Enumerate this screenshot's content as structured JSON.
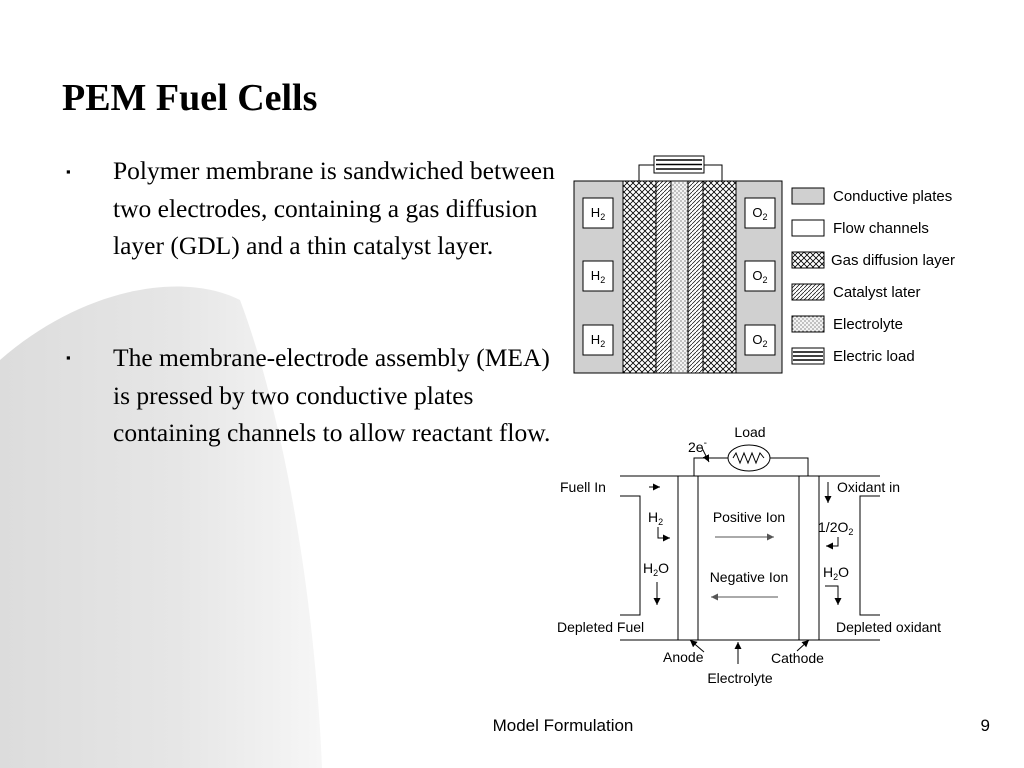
{
  "slide": {
    "title": "PEM Fuel Cells",
    "bullets": [
      {
        "marker": "▪",
        "text": "Polymer membrane is sandwiched between two electrodes, containing a gas diffusion layer (GDL) and a thin catalyst layer."
      },
      {
        "marker": "▪",
        "text": "The membrane-electrode assembly (MEA) is pressed by two conductive plates containing channels to allow reactant flow."
      }
    ],
    "footer": "Model Formulation",
    "page_number": "9"
  },
  "stack_diagram": {
    "anode_gas": [
      "H2",
      "H2",
      "H2"
    ],
    "cathode_gas": [
      "O2",
      "O2",
      "O2"
    ],
    "legend": [
      "Conductive plates",
      "Flow channels",
      "Gas diffusion layer",
      "Catalyst later",
      "Electrolyte",
      "Electric load"
    ]
  },
  "cell_diagram": {
    "load": "Load",
    "electrons": "2e",
    "electrons_sup": "-",
    "fuel_in": "Fuell In",
    "oxidant_in": "Oxidant in",
    "h2": "H2",
    "h2o_left": "H2O",
    "positive_ion": "Positive Ion",
    "negative_ion": "Negative Ion",
    "half_o2": "1/2O2",
    "h2o_right": "H2O",
    "depleted_fuel": "Depleted Fuel",
    "depleted_oxidant": "Depleted oxidant",
    "anode": "Anode",
    "cathode": "Cathode",
    "electrolyte": "Electrolyte"
  }
}
